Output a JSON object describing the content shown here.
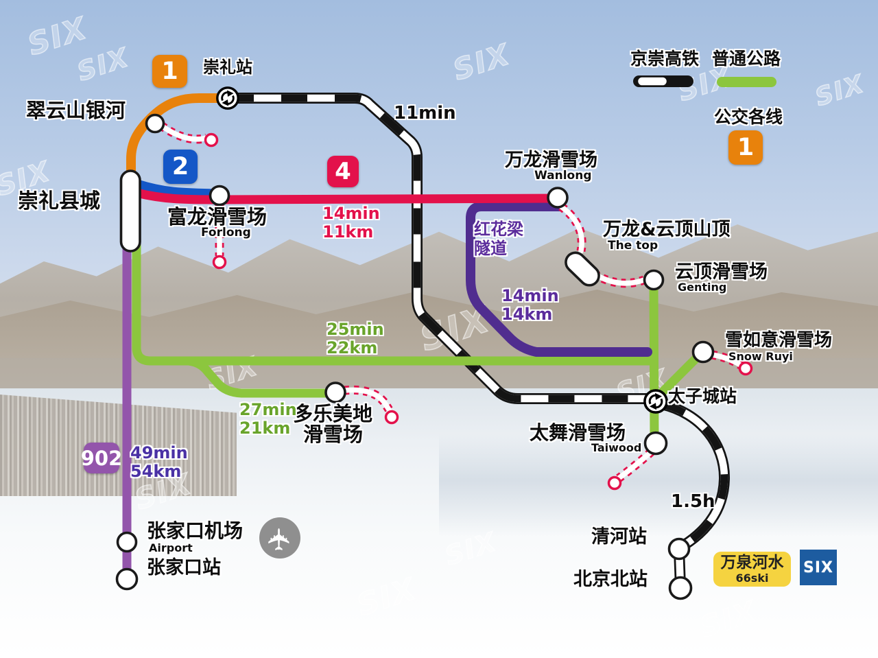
{
  "legend": {
    "rail_label": "京崇高铁",
    "road_label": "普通公路",
    "bus_label": "公交各线",
    "bus_badge": "1"
  },
  "badges": {
    "bus1": "1",
    "bus2": "2",
    "bus4": "4",
    "bus902": "902"
  },
  "rail": {
    "time_chongli_taizicheng": "11min",
    "time_taizicheng_qinghe": "1.5h"
  },
  "routes": {
    "bus4_time": "14min",
    "bus4_dist": "11km",
    "bus902_time": "49min",
    "bus902_dist": "54km",
    "tunnel_name_1": "红花梁",
    "tunnel_name_2": "隧道",
    "tunnel_time": "14min",
    "tunnel_dist": "14km",
    "road_main_time": "25min",
    "road_main_dist": "22km",
    "road_duole_time": "27min",
    "road_duole_dist": "21km"
  },
  "stations": {
    "chongli_rail": {
      "label": "崇礼站"
    },
    "cuiyunshan": {
      "label": "翠云山银河"
    },
    "chongli_county": {
      "label": "崇礼县城"
    },
    "fulong": {
      "label": "富龙滑雪场",
      "sub": "Forlong"
    },
    "wanlong": {
      "label": "万龙滑雪场",
      "sub": "Wanlong"
    },
    "the_top": {
      "label": "万龙&云顶山顶",
      "sub": "The top"
    },
    "genting": {
      "label": "云顶滑雪场",
      "sub": "Genting"
    },
    "snow_ruyi": {
      "label": "雪如意滑雪场",
      "sub": "Snow Ruyi"
    },
    "taizicheng": {
      "label": "太子城站"
    },
    "taiwoo": {
      "label": "太舞滑雪场",
      "sub": "Taiwood"
    },
    "duolemeidi": {
      "label_line1": "多乐美地",
      "label_line2": "滑雪场"
    },
    "qinghe": {
      "label": "清河站"
    },
    "beijing_north": {
      "label": "北京北站"
    },
    "zjk_airport": {
      "label": "张家口机场",
      "sub": "Airport"
    },
    "zjk_rail": {
      "label": "张家口站"
    }
  },
  "brand": {
    "yellow_title": "万泉河水",
    "yellow_sub": "66ski",
    "logo": "SIX",
    "watermark": "SIX"
  },
  "icons": {
    "airport_glyph": "✈"
  },
  "colors": {
    "bus1": "#E8820C",
    "bus2": "#1457C7",
    "bus4": "#E3114B",
    "bus902": "#9355AB",
    "road": "#8CC63E",
    "tunnel_road": "#502D8F",
    "rail": "#141414",
    "connector": "#E3114B",
    "yellow_badge": "#F5D340",
    "logo_blue": "#1D5CA0"
  }
}
